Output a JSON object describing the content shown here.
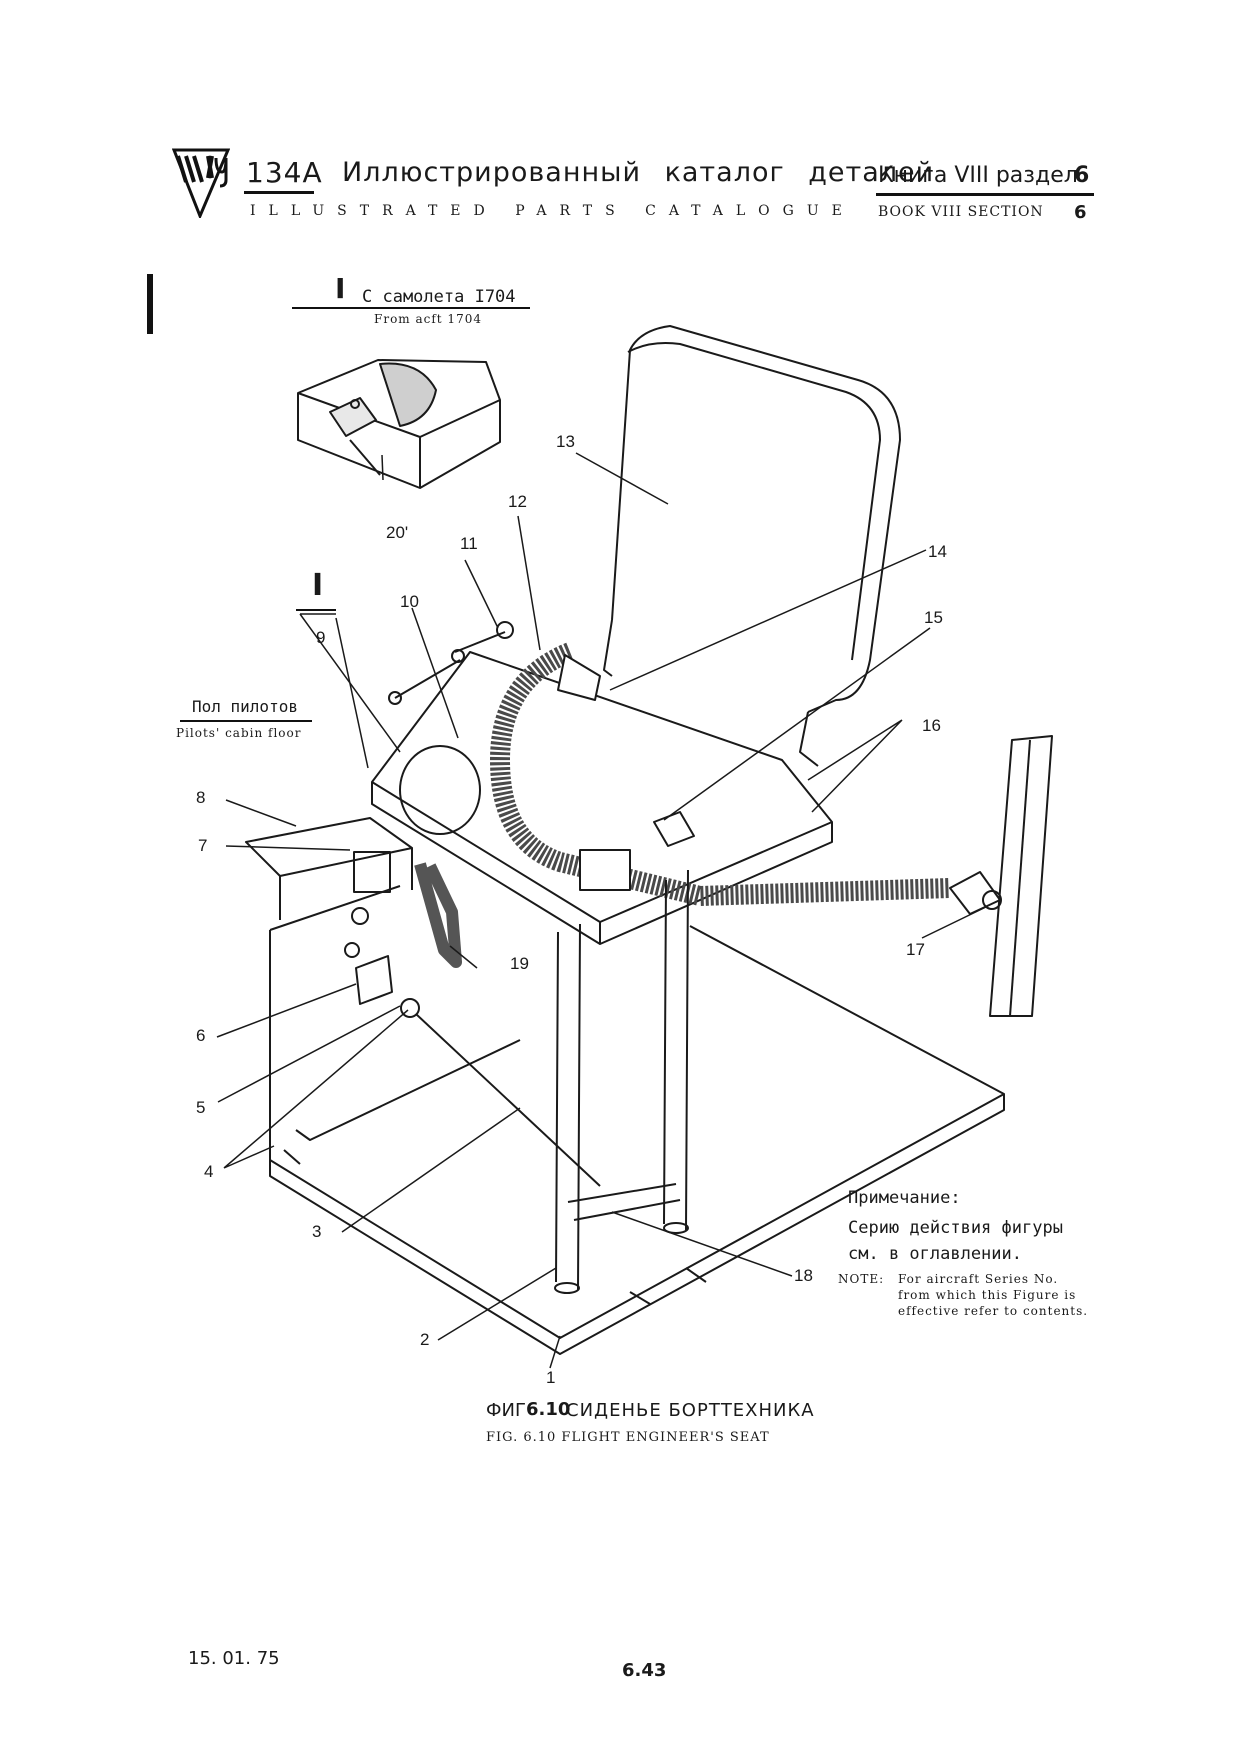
{
  "header": {
    "model": "134A",
    "title_ru": "Иллюстрированный каталог деталей",
    "title_en": "ILLUSTRATED PARTS CATALOGUE",
    "book_ru": "Книга VIII раздел",
    "book_ru_num": "6",
    "book_en": "BOOK VIII SECTION",
    "book_en_num": "6"
  },
  "inset": {
    "marker": "I",
    "label_ru": "С самолета I704",
    "label_en": "From acft 1704"
  },
  "floor_note": {
    "label_ru": "Пол пилотов",
    "label_en": "Pilots' cabin floor"
  },
  "callouts": {
    "c1": "1",
    "c2": "2",
    "c3": "3",
    "c4": "4",
    "c5": "5",
    "c6": "6",
    "c7": "7",
    "c8": "8",
    "c9": "9",
    "c10": "10",
    "c11": "11",
    "c12": "12",
    "c13": "13",
    "c14": "14",
    "c15": "15",
    "c16": "16",
    "c17": "17",
    "c18": "18",
    "c19": "19",
    "c20": "20'",
    "marker_main": "I"
  },
  "note": {
    "title_ru": "Примечание:",
    "line1_ru": "Серию действия фигуры",
    "line2_ru": "см. в оглавлении.",
    "en_label": "NOTE:",
    "en_line1": "For aircraft Series No.",
    "en_line2": "from which this Figure is",
    "en_line3": "effective refer to contents."
  },
  "caption": {
    "ru_prefix": "ФИГ",
    "ru_num": "6.10",
    "ru_text": "СИДЕНЬЕ БОРТТЕХНИКА",
    "en": "FIG. 6.10 FLIGHT ENGINEER'S SEAT"
  },
  "footer": {
    "date": "15. 01. 75",
    "page": "6.43"
  }
}
